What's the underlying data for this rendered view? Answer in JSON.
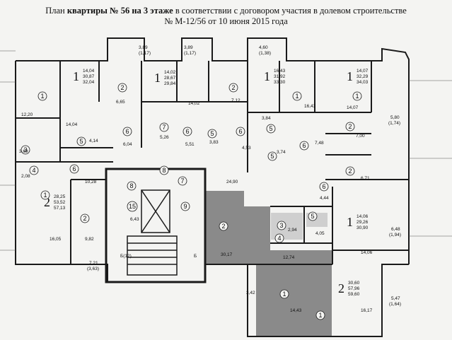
{
  "header": {
    "line1_prefix": "План ",
    "line1_bold": "квартиры № 56 на 3 этаже",
    "line1_suffix": " в соответствии с договором участия в долевом строительстве",
    "line2": "№ М-12/56 от 10 июня 2015 года"
  },
  "colors": {
    "highlight": "#8a8a8a",
    "wall": "#1a1a1a",
    "paper": "#f4f4f2"
  },
  "apartments": [
    {
      "rooms": "2",
      "a1": "28,25",
      "a2": "53,52",
      "a3": "57,13"
    },
    {
      "rooms": "1",
      "a1": "14,04",
      "a2": "30,87",
      "a3": "32,04"
    },
    {
      "rooms": "1",
      "a1": "14,02",
      "a2": "28,67",
      "a3": "29,84"
    },
    {
      "rooms": "1",
      "a1": "16,43",
      "a2": "31,92",
      "a3": "33,30"
    },
    {
      "rooms": "1",
      "a1": "14,07",
      "a2": "32,29",
      "a3": "34,03"
    },
    {
      "rooms": "1",
      "a1": "14,06",
      "a2": "29,26",
      "a3": "30,90"
    },
    {
      "rooms": "2",
      "a1": "30,60",
      "a2": "57,96",
      "a3": "59,60"
    }
  ],
  "labels": {
    "l01": "3,89",
    "l02": "(1,17)",
    "l03": "3,89",
    "l04": "(1,17)",
    "l05": "4,60",
    "l06": "(1,38)",
    "l07": "12,20",
    "l08": "14,04",
    "l09": "6,65",
    "l10": "14,02",
    "l11": "7,12",
    "l12": "16,43",
    "l13": "14,07",
    "l14": "5,80",
    "l15": "(1,74)",
    "l16": "3,84",
    "l17": "7,00",
    "l18": "3,69",
    "l19": "4,14",
    "l20": "6,04",
    "l21": "5,26",
    "l22": "5,51",
    "l23": "3,83",
    "l24": "4,53",
    "l25": "3,74",
    "l26": "7,48",
    "l27": "6,71",
    "l28": "2,08",
    "l29": "10,28",
    "l30": "24,90",
    "l31": "4,44",
    "l32": "6,43",
    "l33": "2,94",
    "l34": "4,05",
    "l35": "16,05",
    "l36": "9,82",
    "l37": "Б(12)",
    "l38": "Б",
    "l39": "30,17",
    "l40": "12,74",
    "l41": "14,06",
    "l42": "6,48",
    "l43": "(1,94)",
    "l44": "7,21",
    "l45": "(3,63)",
    "l46": "14,43",
    "l47": "16,17",
    "l48": "5,47",
    "l49": "(1,64)",
    "l50": "3,42"
  },
  "room_numbers": {
    "r01": "1",
    "r02": "2",
    "r03": "3",
    "r04": "4",
    "r05": "5",
    "r06": "6",
    "r07": "7",
    "r08": "8",
    "r09": "9",
    "r10": "15"
  }
}
